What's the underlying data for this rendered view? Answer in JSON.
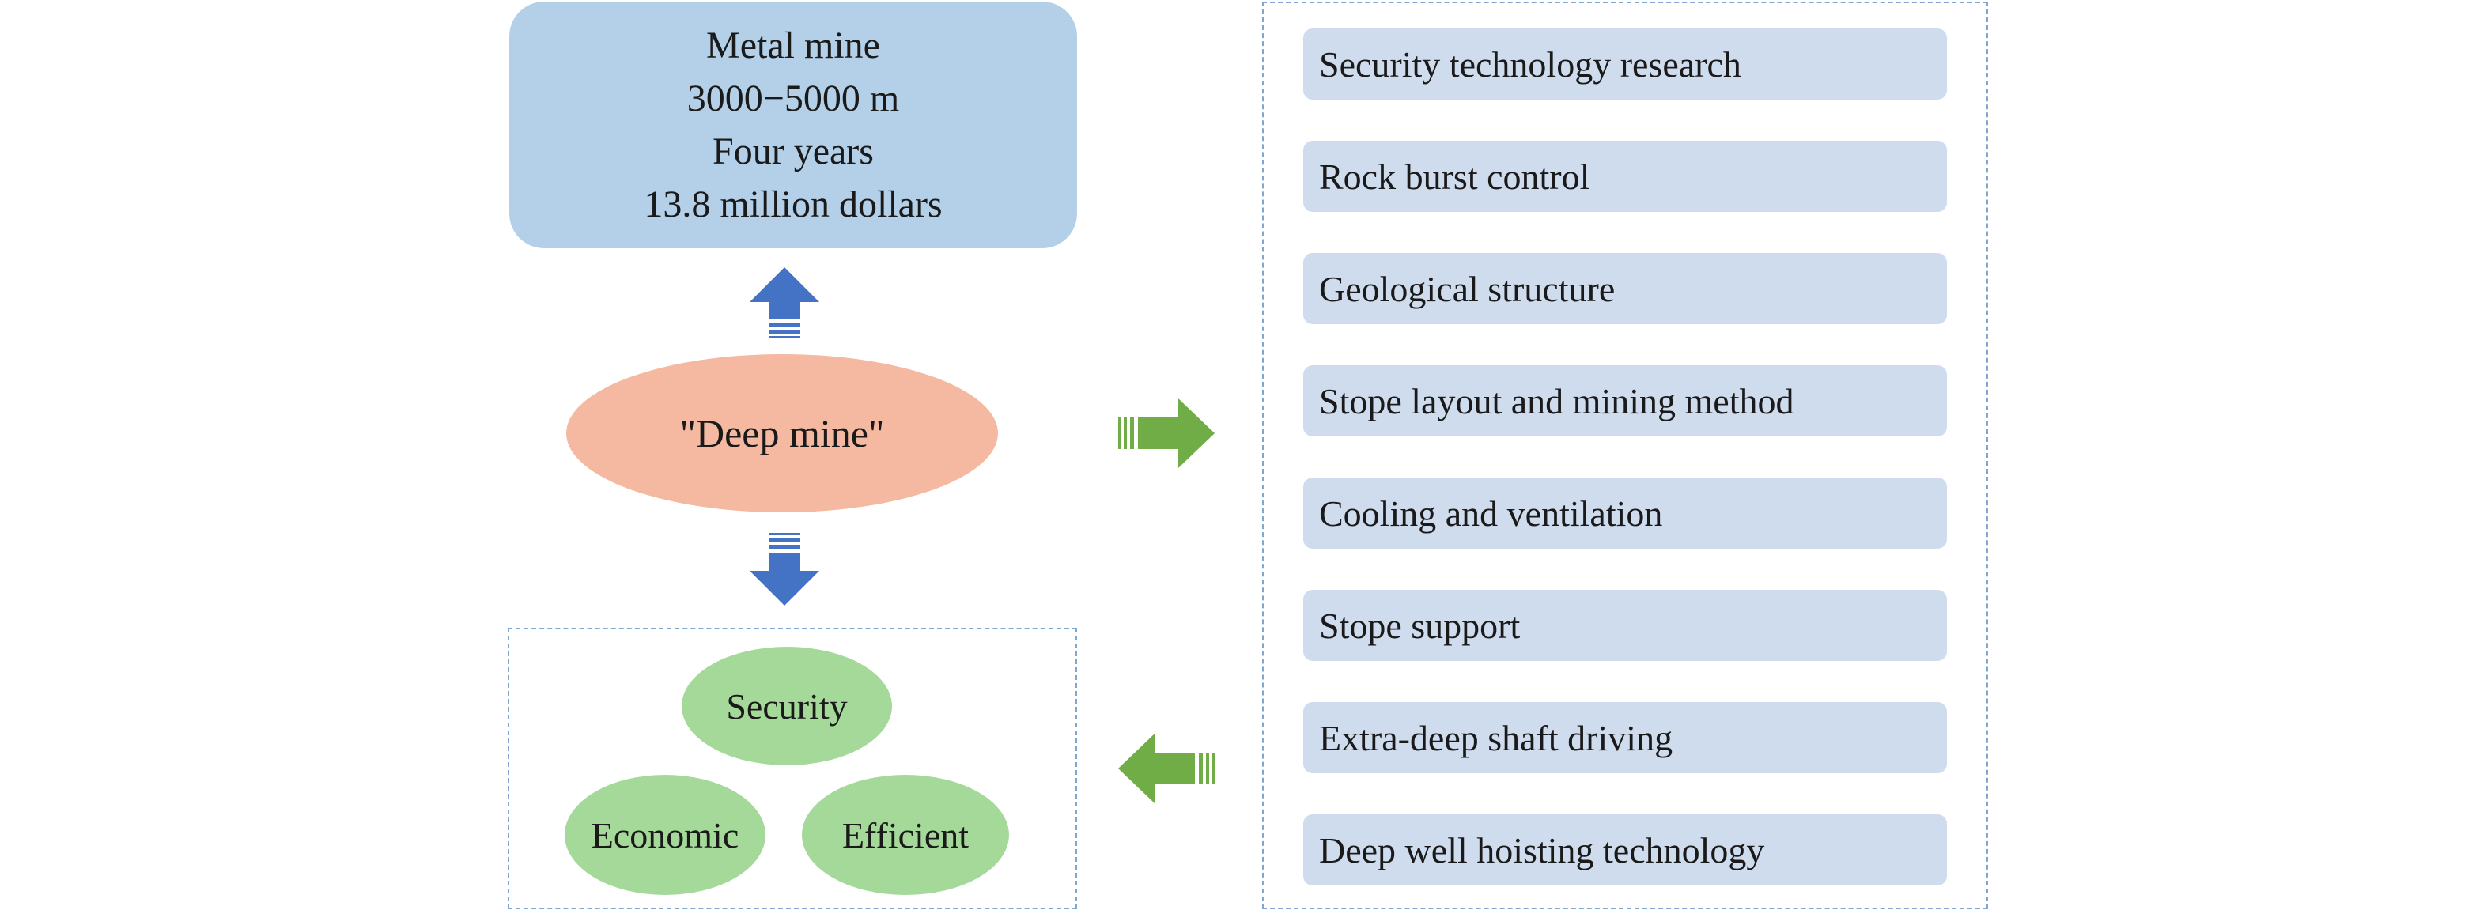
{
  "top_box": {
    "lines": [
      "Metal mine",
      "3000−5000 m",
      "Four years",
      "13.8 million dollars"
    ],
    "color": "#b4d0e8"
  },
  "center": {
    "label": "\"Deep mine\"",
    "color": "#f4b9a0"
  },
  "goals": {
    "items": [
      "Security",
      "Economic",
      "Efficient"
    ],
    "color": "#a5d99a"
  },
  "research": {
    "items": [
      "Security technology research",
      "Rock burst control",
      "Geological structure",
      "Stope layout and mining method",
      "Cooling and ventilation",
      "Stope support",
      "Extra-deep shaft driving",
      "Deep well hoisting technology"
    ],
    "color": "#cfdcee"
  },
  "arrows": {
    "blue": "#4472c4",
    "green": "#70ad47"
  }
}
